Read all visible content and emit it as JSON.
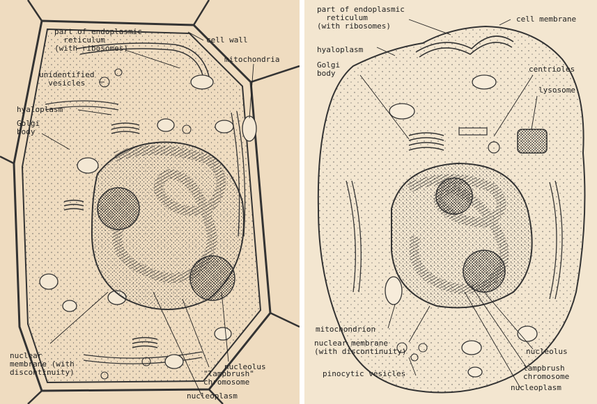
{
  "left_panel": {
    "labels": {
      "er": "part of endoplasmic\n  reticulum\n(with ribosomes)",
      "cell_wall": "cell wall",
      "mito": "mitochondria",
      "vesicles": "unidentified\n  vesicles",
      "hyalo": "hyaloplasm",
      "golgi": "Golgi\nbody",
      "nuc_mem": "nuclear\nmembrane (with\ndiscontinuity)",
      "nucleolus": "nucleolus",
      "lampbrush": "\"lampbrush\"\nchromosome",
      "nucleoplasm": "nucleoplasm"
    }
  },
  "right_panel": {
    "labels": {
      "er": "part of endoplasmic\n  reticulum\n(with ribosomes)",
      "cell_mem": "cell membrane",
      "hyalo": "hyaloplasm",
      "golgi": "Golgi\nbody",
      "centrioles": "centrioles",
      "lysosome": "lysosome",
      "mito": "mitochondrion",
      "nuc_mem": "nuclear membrane\n(with discontinuity)",
      "pino": "pinocytic vesicles",
      "nucleolus": "nucleolus",
      "lampbrush": "lampbrush\nchromosome",
      "nucleoplasm": "nucleoplasm"
    }
  }
}
